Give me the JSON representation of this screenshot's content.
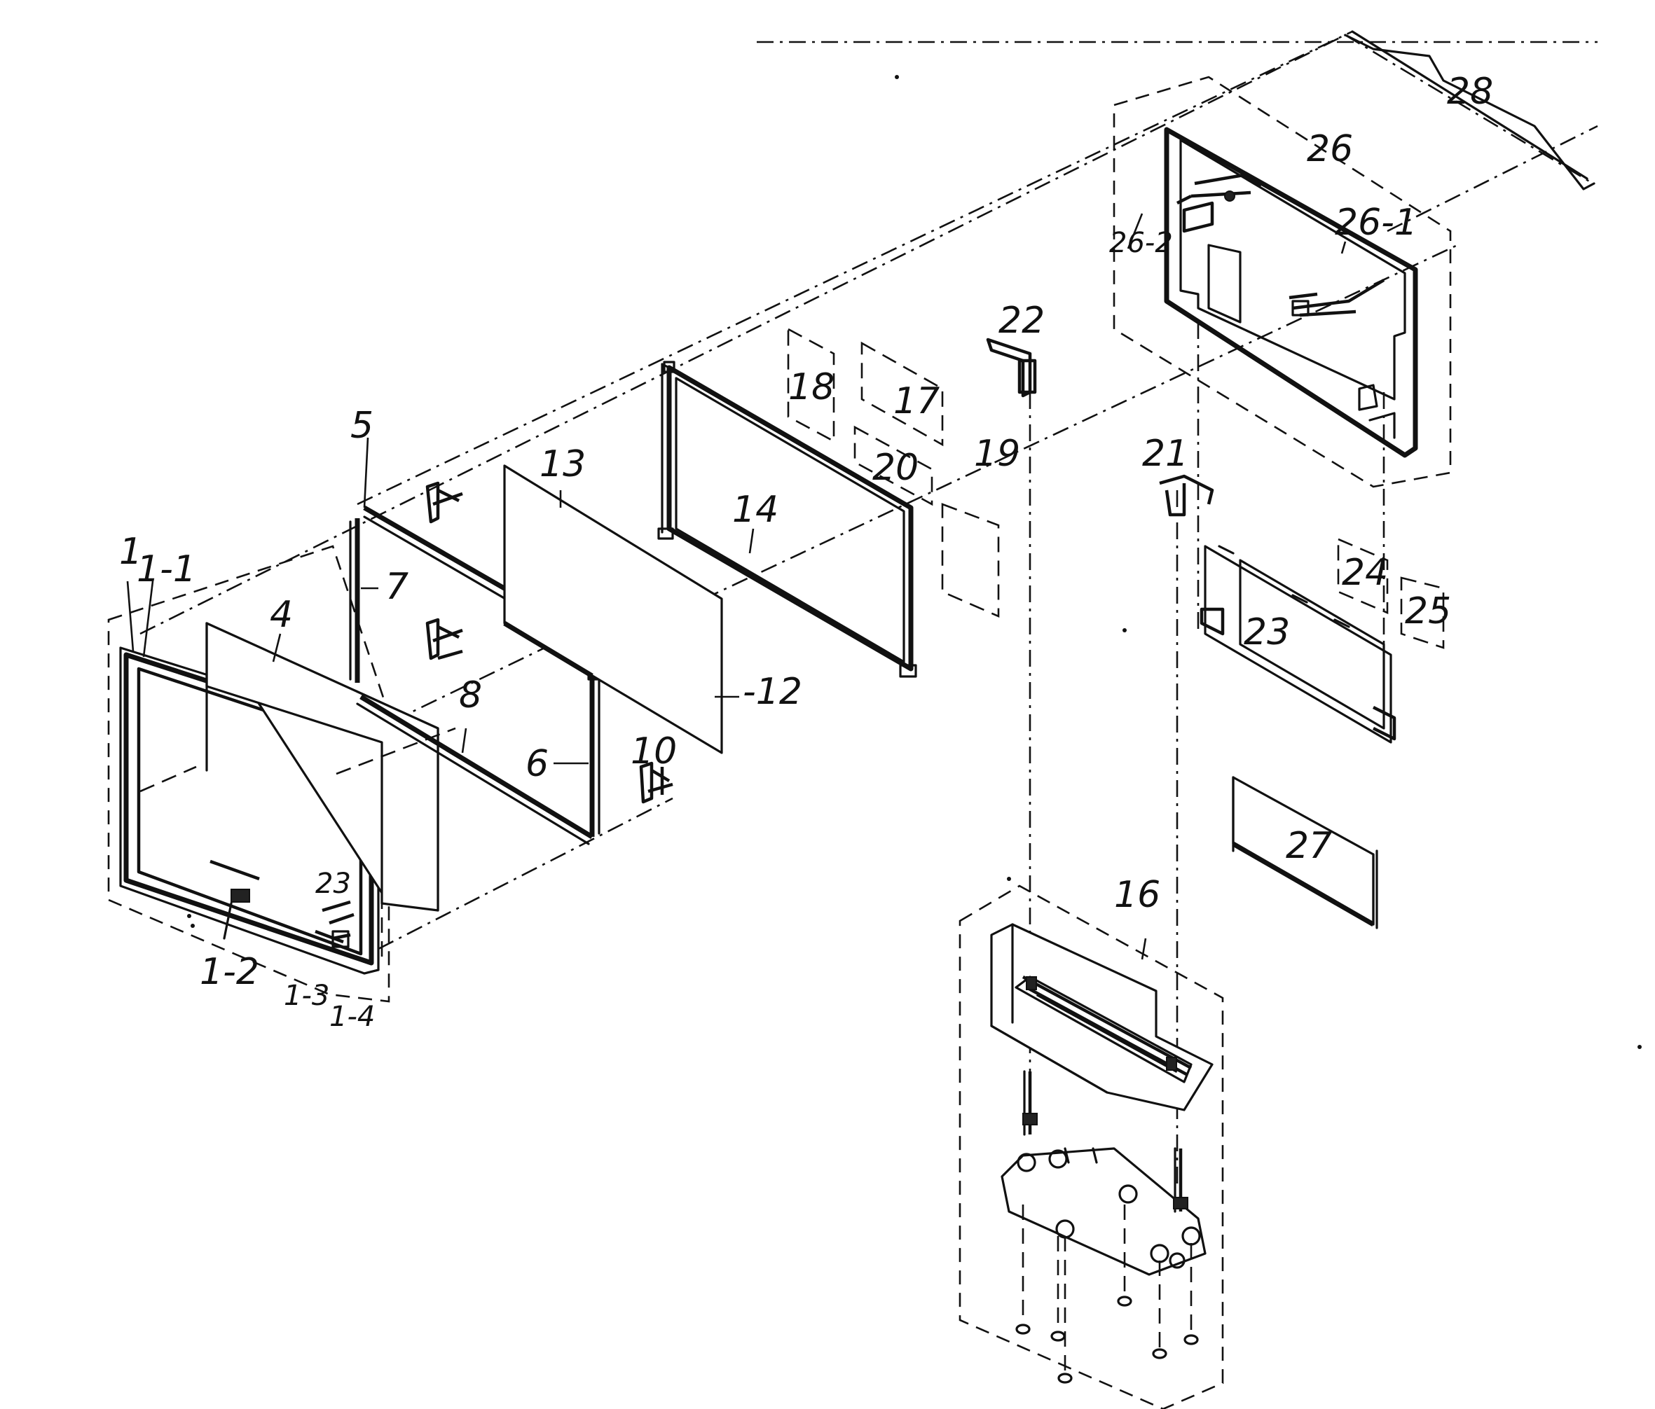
{
  "labels": {
    "p1": "1",
    "p1_1": "1-1",
    "p1_2": "1-2",
    "p1_3": "1-3",
    "p1_4": "1-4",
    "p4": "4",
    "p5": "5",
    "p6": "6",
    "p7": "7",
    "p8": "8",
    "p10": "10",
    "p12": "-12",
    "p13": "13",
    "p14": "14",
    "p16": "16",
    "p17": "17",
    "p18": "18",
    "p19": "19",
    "p20": "20",
    "p21": "21",
    "p22": "22",
    "p23": "23",
    "p23b": "23",
    "p24": "24",
    "p25": "25",
    "p26": "26",
    "p26_1": "26-1",
    "p26_2": "26-2",
    "p27": "27",
    "p28": "28"
  }
}
